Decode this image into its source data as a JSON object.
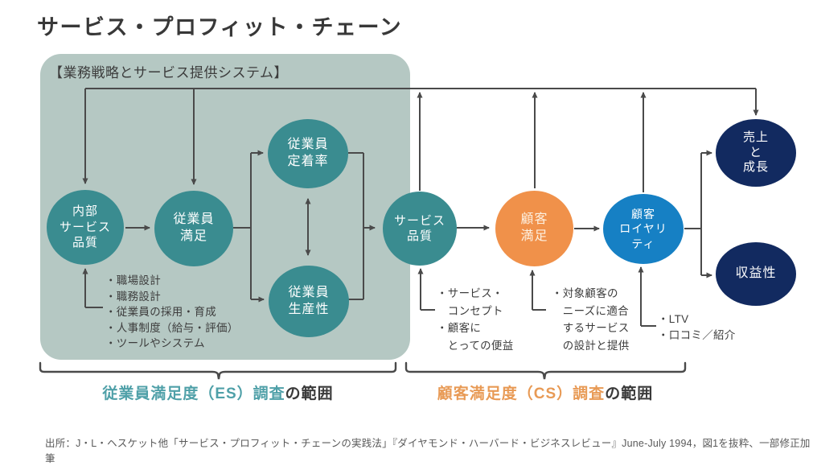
{
  "title": "サービス・プロフィット・チェーン",
  "system_box": {
    "label": "【業務戦略とサービス提供システム】"
  },
  "nodes": {
    "internal_service_quality": {
      "label": "内部\nサービス\n品質"
    },
    "employee_satisfaction": {
      "label": "従業員\n満足"
    },
    "employee_retention": {
      "label": "従業員\n定着率"
    },
    "employee_productivity": {
      "label": "従業員\n生産性"
    },
    "service_quality": {
      "label": "サービス\n品質"
    },
    "customer_satisfaction": {
      "label": "顧客\n満足"
    },
    "customer_loyalty": {
      "label": "顧客\nロイヤリ\nティ"
    },
    "revenue_growth": {
      "label": "売上\nと\n成長"
    },
    "profitability": {
      "label": "収益性"
    }
  },
  "notes": {
    "internal_service_quality": "・職場設計\n・職務設計\n・従業員の採用・育成\n・人事制度（給与・評価）\n・ツールやシステム",
    "service_quality": "・サービス・\n　コンセプト\n・顧客に\n　とっての便益",
    "customer_satisfaction": "・対象顧客の\n　ニーズに適合\n　するサービス\n　の設計と提供",
    "customer_loyalty": "・LTV\n・口コミ／紹介"
  },
  "braces": {
    "es": {
      "highlight": "従業員満足度（ES）調査",
      "suffix": "の範囲"
    },
    "cs": {
      "highlight": "顧客満足度（CS）調査",
      "suffix": "の範囲"
    }
  },
  "source": "出所：J・L・ヘスケット他「サービス・プロフィット・チェーンの実践法」『ダイヤモンド・ハーバード・ビジネスレビュー』June-July 1994，図1を抜粋、一部修正加筆",
  "colors": {
    "teal_circle": "#3a8c90",
    "orange_circle": "#f0914a",
    "blue_circle": "#1680c4",
    "navy_circle": "#122a60",
    "system_box_bg": "#b5c8c3",
    "arrow": "#4a4a4a",
    "es_label": "#4fa0a8",
    "cs_label": "#e89a55"
  }
}
